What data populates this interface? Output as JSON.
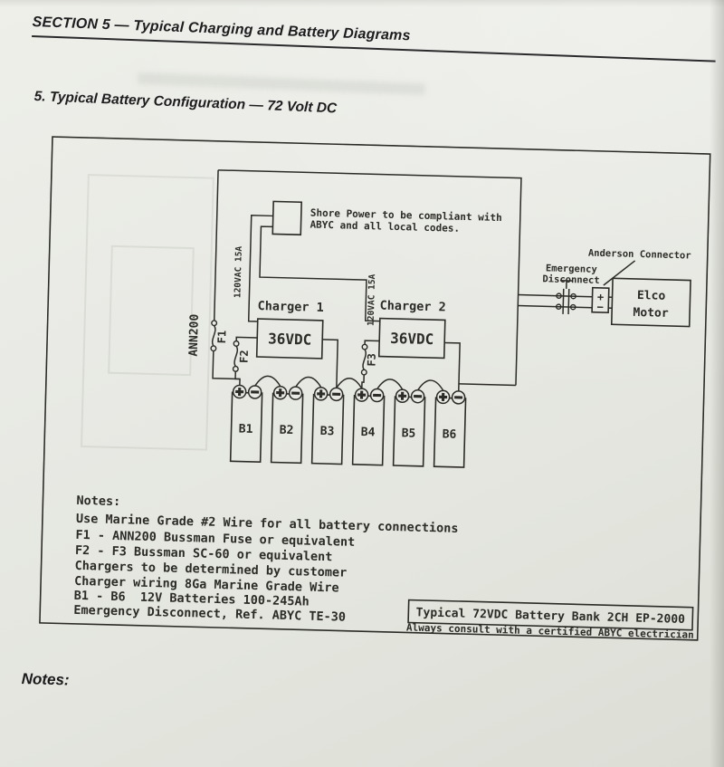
{
  "page": {
    "section_header": "SECTION 5 — Typical Charging and Battery Diagrams",
    "subsection_title": "5. Typical Battery Configuration — 72 Volt DC",
    "footer_note_label": "Notes:"
  },
  "diagram": {
    "shore_power": {
      "note_line1": "Shore Power to be compliant with",
      "note_line2": "ABYC and all local codes."
    },
    "ac_rating": "120VAC 15A",
    "chargers": [
      {
        "name": "Charger 1",
        "output": "36VDC"
      },
      {
        "name": "Charger 2",
        "output": "36VDC"
      }
    ],
    "fuses": {
      "main_label": "ANN200",
      "f1": "F1",
      "f2": "F2",
      "f3": "F3"
    },
    "batteries": [
      "B1",
      "B2",
      "B3",
      "B4",
      "B5",
      "B6"
    ],
    "emergency_disconnect": {
      "line1": "Emergency",
      "line2": "Disconnect"
    },
    "anderson_connector": {
      "label": "Anderson Connector",
      "plus": "+",
      "minus": "−"
    },
    "motor": {
      "line1": "Elco",
      "line2": "Motor"
    },
    "title_box": "Typical 72VDC Battery Bank 2CH EP-2000",
    "disclaimer": "Always consult with a certified ABYC electrician",
    "notes_title": "Notes:",
    "notes": [
      "Use Marine Grade #2 Wire for all battery connections",
      "F1 - ANN200 Bussman Fuse or equivalent",
      "F2 - F3 Bussman SC-60 or equivalent",
      "Chargers to be determined by customer",
      "Charger wiring 8Ga Marine Grade Wire",
      "B1 - B6  12V Batteries 100-245Ah",
      "Emergency Disconnect, Ref. ABYC TE-30"
    ]
  },
  "colors": {
    "paper": "#e9eae5",
    "ink": "#1d1d1f",
    "diagram_ink": "#2c2b27"
  }
}
